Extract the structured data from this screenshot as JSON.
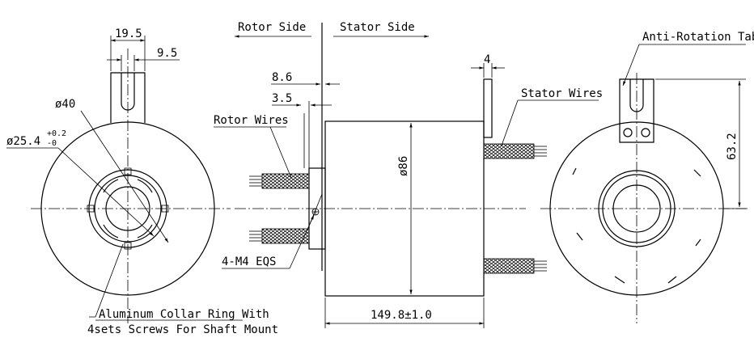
{
  "labels": {
    "rotor_side": "Rotor Side",
    "stator_side": "Stator Side",
    "dim_19_5": "19.5",
    "dim_9_5": "9.5",
    "dim_40": "ø40",
    "dim_25_4": "ø25.4",
    "dim_25_4_tol_up": "+0.2",
    "dim_25_4_tol_low": "-0",
    "dim_8_6": "8.6",
    "dim_3_5": "3.5",
    "rotor_wires": "Rotor Wires",
    "dim_86": "ø86",
    "m4_eqs": "4-M4 EQS",
    "length": "149.8±1.0",
    "dim_4": "4",
    "stator_wires": "Stator Wires",
    "anti_rotation_tab": "Anti-Rotation Tab",
    "dim_63_2": "63.2",
    "collar_line1": "Aluminum Collar Ring With",
    "collar_line2": "4sets Screws For Shaft Mount"
  }
}
